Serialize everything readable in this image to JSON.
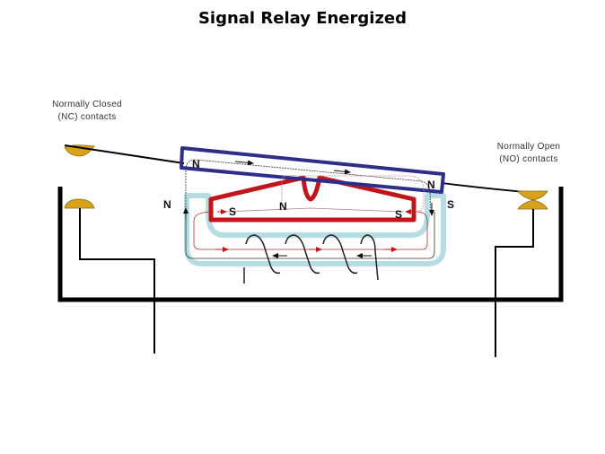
{
  "title": "Signal Relay Energized",
  "labels": {
    "nc_line1": "Normally Closed",
    "nc_line2": "(NC) contacts",
    "no_line1": "Normally Open",
    "no_line2": "(NO) contacts"
  },
  "poles": {
    "armature_left": "N",
    "armature_right": "N",
    "core_outer_left": "N",
    "core_outer_right": "S",
    "magnet_left": "S",
    "magnet_center": "N",
    "magnet_right": "S"
  },
  "colors": {
    "armature": "#2e2e8a",
    "permanent_magnet": "#c0161b",
    "core": "#b5dde3",
    "contact": "#d9a21b",
    "frame": "#000000"
  }
}
